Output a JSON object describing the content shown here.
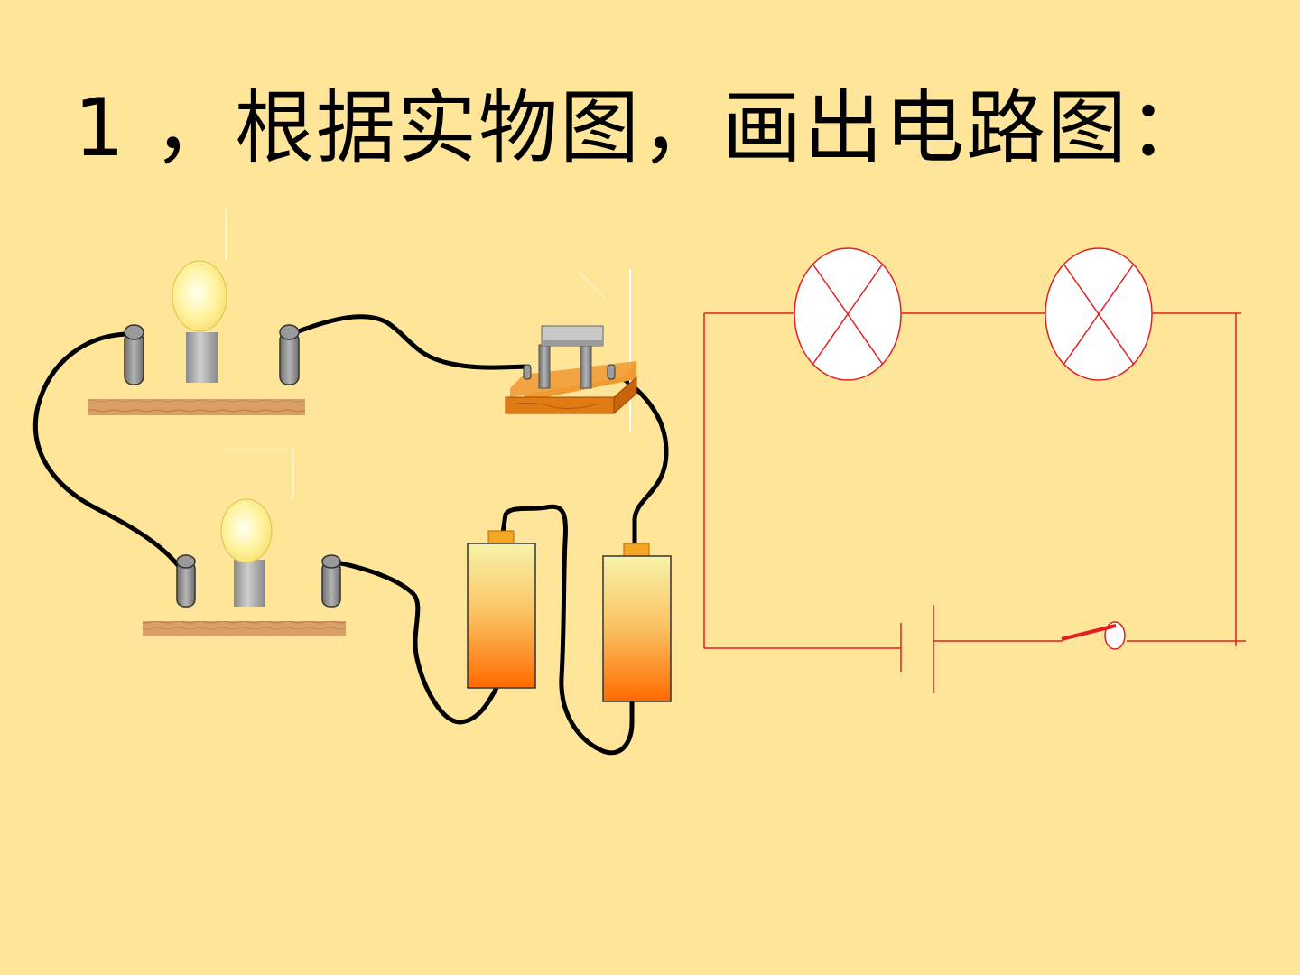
{
  "slide": {
    "title": "1 ，根据实物图，画出电路图："
  },
  "colors": {
    "background": "#FFE599",
    "wire": "#000000",
    "schematic": "#E02020",
    "battery_top": "#F7F3A8",
    "battery_bottom": "#FF6A00",
    "battery_cap": "#F5A623",
    "board_wood": "#D9A066",
    "switch_base": "#E8861A",
    "bulb_glass": "#FFF3A0",
    "bulb_base": "#A6A6A6",
    "terminal": "#8C8C8C"
  },
  "physical_circuit": {
    "components": [
      "bulb-1",
      "bulb-2",
      "knife-switch",
      "battery-1",
      "battery-2"
    ]
  },
  "schematic_circuit": {
    "components": [
      "lamp-1",
      "lamp-2",
      "battery-cell",
      "switch"
    ]
  }
}
